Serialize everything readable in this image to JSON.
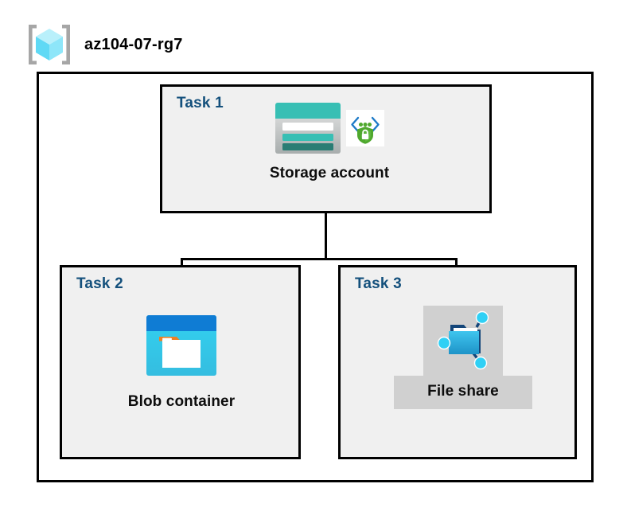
{
  "header": {
    "icon": "resource-group-icon",
    "title": "az104-07-rg7"
  },
  "diagram": {
    "type": "azure-architecture-diagram",
    "container_label": "az104-07-rg7",
    "colors": {
      "task_label": "#14507c",
      "box_fill": "#f0f0f0",
      "box_border": "#000000",
      "connector": "#000000",
      "selection_highlight": "#d0d0d0",
      "storage_teal": "#37bfb4",
      "storage_teal_dark": "#2a7d74",
      "blob_blue": "#0f7cd4",
      "blob_cyan": "#32c8f0",
      "blob_orange": "#f08023",
      "fileshare_blue": "#32b5e5",
      "shield_green": "#4fa82e",
      "bracket_blue": "#1d7ac7",
      "cube_cyan": "#7fe3f7"
    },
    "tasks": [
      {
        "id": "task1",
        "label": "Task 1",
        "node": {
          "caption": "Storage account",
          "icons": [
            "storage-account-icon",
            "secure-endpoint-shield-icon"
          ],
          "selected": false
        }
      },
      {
        "id": "task2",
        "label": "Task 2",
        "node": {
          "caption": "Blob container",
          "icons": [
            "blob-container-icon"
          ],
          "selected": false
        }
      },
      {
        "id": "task3",
        "label": "Task 3",
        "node": {
          "caption": "File share",
          "icons": [
            "file-share-icon"
          ],
          "selected": true
        }
      }
    ],
    "connections": [
      {
        "from": "Storage account",
        "to": "Blob container"
      },
      {
        "from": "Storage account",
        "to": "File share"
      }
    ]
  }
}
